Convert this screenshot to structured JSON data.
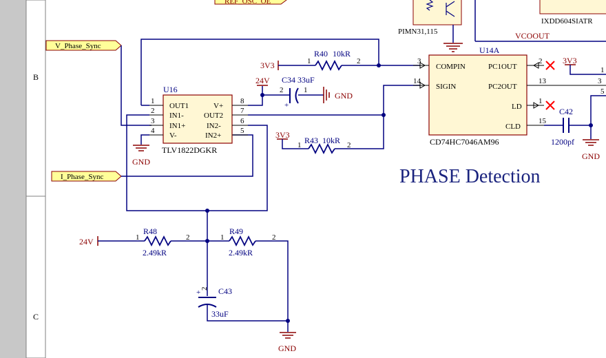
{
  "frame": {
    "zone_labels": [
      "B",
      "C"
    ],
    "colors": {
      "border_gray": "#c0c0c0",
      "sheet_white": "#ffffff",
      "grid_line": "#808080"
    }
  },
  "colors": {
    "wire": "#000080",
    "component_outline": "#8b0000",
    "component_fill": "#fff7d4",
    "designator": "#000080",
    "value_text": "#000080",
    "power_text": "#8b0000",
    "port_fill": "#ffff99",
    "noconnect": "#ff0000",
    "title_text": "#1a237e"
  },
  "title": "PHASE Detection",
  "ports": {
    "v_phase_sync": "V_Phase_Sync",
    "i_phase_sync": "I_Phase_Sync",
    "ref_osc_oe": "REF_OSC_OE"
  },
  "top_right": {
    "pimn_label": "PIMN31,115",
    "ixdd_label": "IXDD604SIATR",
    "vcoout_label": "VCOOUT"
  },
  "u16": {
    "designator": "U16",
    "part": "TLV1822DGKR",
    "pins_left": [
      {
        "num": "1",
        "name": "OUT1"
      },
      {
        "num": "2",
        "name": "IN1-"
      },
      {
        "num": "3",
        "name": "IN1+"
      },
      {
        "num": "4",
        "name": "V-"
      }
    ],
    "pins_right": [
      {
        "num": "8",
        "name": "V+"
      },
      {
        "num": "7",
        "name": "OUT2"
      },
      {
        "num": "6",
        "name": "IN2-"
      },
      {
        "num": "5",
        "name": "IN2+"
      }
    ]
  },
  "u14a": {
    "designator": "U14A",
    "part": "CD74HC7046AM96",
    "pins_left": [
      {
        "num": "3",
        "name": "COMPIN"
      },
      {
        "num": "14",
        "name": "SIGIN"
      }
    ],
    "pins_right": [
      {
        "num": "2",
        "name": "PC1OUT"
      },
      {
        "num": "13",
        "name": "PC2OUT"
      },
      {
        "num": "1",
        "name": "LD"
      },
      {
        "num": "15",
        "name": "CLD"
      }
    ]
  },
  "resistors": {
    "r40": {
      "designator": "R40",
      "value": "10kR",
      "pin1": "1",
      "pin2": "2"
    },
    "r43": {
      "designator": "R43",
      "value": "10kR",
      "pin1": "1",
      "pin2": "2"
    },
    "r48": {
      "designator": "R48",
      "value": "2.49kR",
      "pin1": "1",
      "pin2": "2"
    },
    "r49": {
      "designator": "R49",
      "value": "2.49kR",
      "pin1": "1",
      "pin2": "2"
    }
  },
  "capacitors": {
    "c34": {
      "designator": "C34",
      "value": "33uF",
      "pin1": "1",
      "pin2": "2"
    },
    "c43": {
      "designator": "C43",
      "value": "33uF",
      "pin2": "2"
    },
    "c42": {
      "designator": "C42",
      "value": "1200pf"
    }
  },
  "power": {
    "v3v3": "3V3",
    "v24": "24V",
    "gnd": "GND"
  },
  "edge_pin_numbers": {
    "top": "1",
    "mid": "3",
    "bottom": "5"
  }
}
